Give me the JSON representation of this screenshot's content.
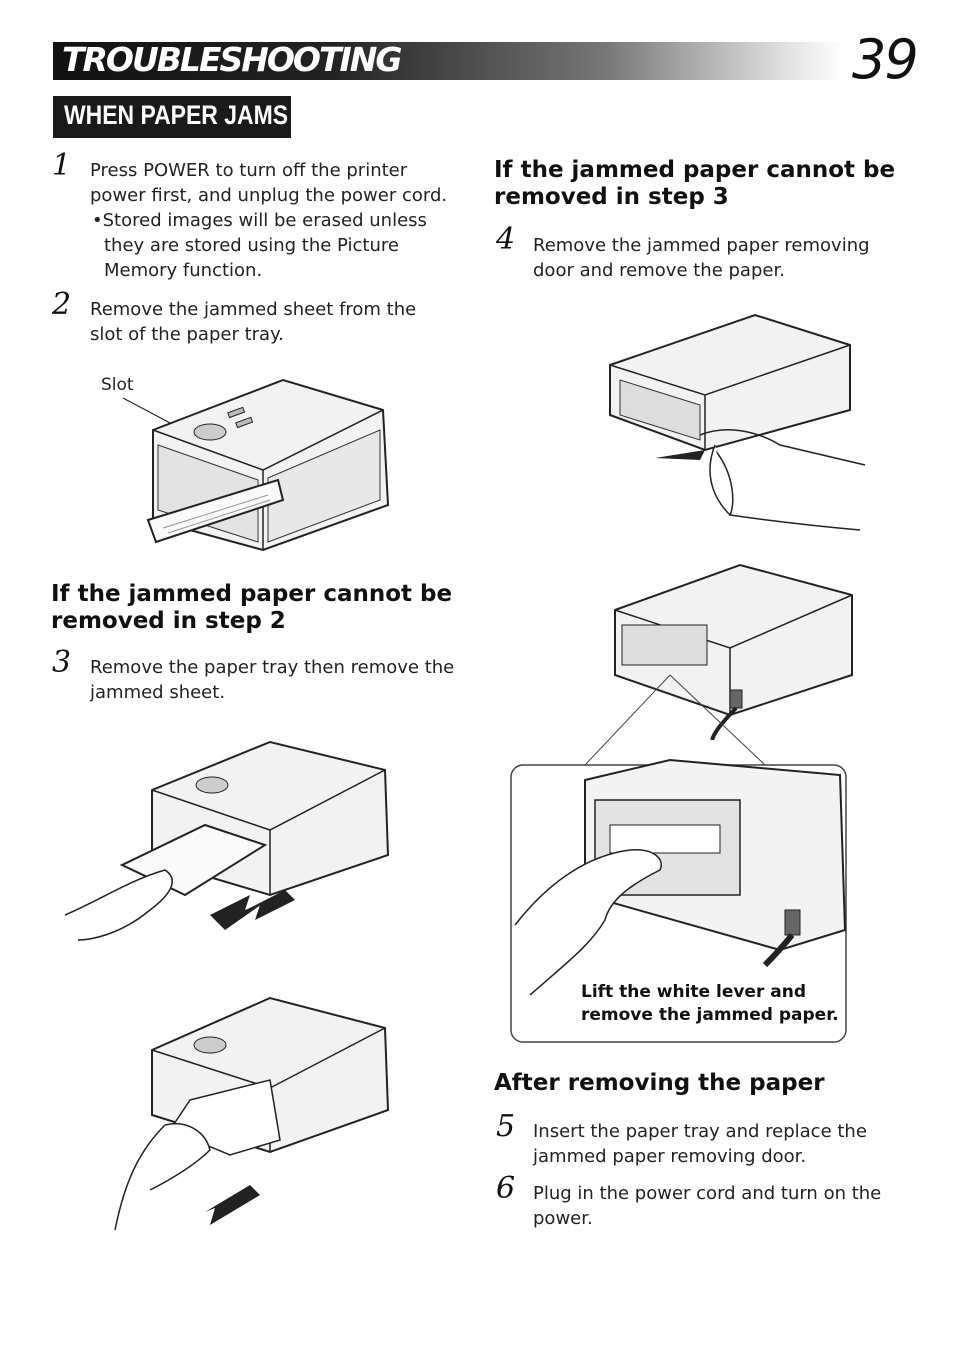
{
  "header": {
    "title": "TROUBLESHOOTING",
    "page_number": "39"
  },
  "section": {
    "title": "WHEN PAPER JAMS"
  },
  "left": {
    "step1": {
      "number": "1",
      "text": "Press POWER to turn off the printer power first, and unplug the power cord.",
      "bullet": "•Stored images will be erased unless they are stored using the Picture Memory function."
    },
    "step2": {
      "number": "2",
      "text": "Remove the jammed sheet from the slot of the paper tray."
    },
    "slot_label": "Slot",
    "subhead2": "If the jammed paper cannot be removed in step 2",
    "step3": {
      "number": "3",
      "text": "Remove the paper tray then remove the jammed sheet."
    }
  },
  "right": {
    "subhead3": "If the jammed paper cannot be removed in step 3",
    "step4": {
      "number": "4",
      "text": "Remove the jammed paper removing door and remove the paper."
    },
    "callout": "Lift the white lever and remove the jammed paper.",
    "subhead_after": "After removing the paper",
    "step5": {
      "number": "5",
      "text": "Insert the paper tray and replace the jammed paper removing door."
    },
    "step6": {
      "number": "6",
      "text": "Plug in the power cord and turn on the power."
    }
  }
}
